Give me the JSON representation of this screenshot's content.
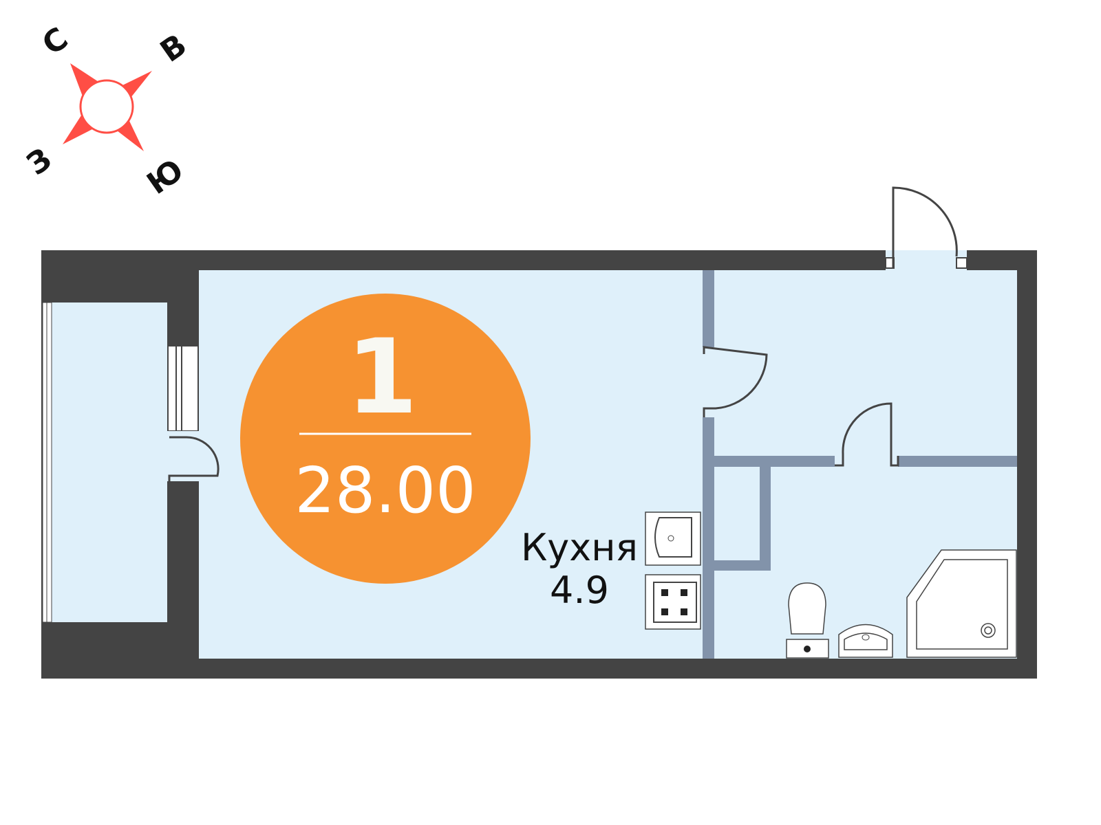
{
  "compass": {
    "north": "С",
    "east": "В",
    "west": "З",
    "south": "Ю",
    "color": "#ff4e45"
  },
  "apartment": {
    "rooms": "1",
    "total_area": "28.00",
    "badge_color": "#f69231"
  },
  "kitchen": {
    "label": "Кухня",
    "area": "4.9"
  },
  "colors": {
    "wall": "#444444",
    "partition": "#8293aa",
    "floor": "#dff0fa"
  }
}
